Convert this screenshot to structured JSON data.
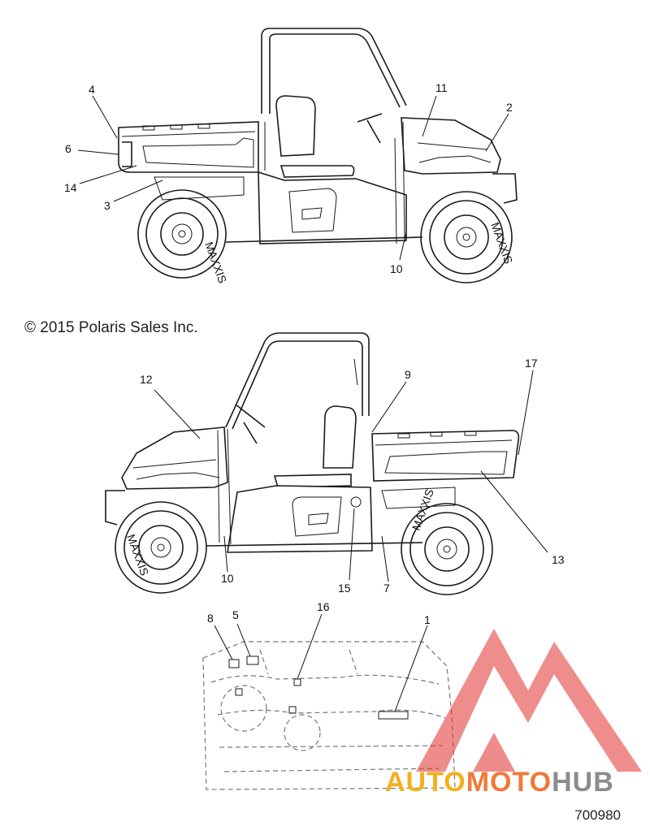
{
  "diagram": {
    "copyright": "© 2015 Polaris Sales Inc.",
    "part_number": "700980",
    "tire_brand": "MAXXIS",
    "watermark": {
      "part1": "AUTO",
      "part2": "MOTO",
      "part3": "HUB"
    },
    "callouts": {
      "c4": "4",
      "c6": "6",
      "c14": "14",
      "c3": "3",
      "c11": "11",
      "c2": "2",
      "c10_top": "10",
      "c12": "12",
      "c9": "9",
      "c17": "17",
      "c13": "13",
      "c10_bot": "10",
      "c15": "15",
      "c7": "7",
      "c8": "8",
      "c5": "5",
      "c16": "16",
      "c1": "1"
    },
    "colors": {
      "line": "#1a1a1a",
      "watermark_red": "#e0302b",
      "phantom": "#777777"
    }
  }
}
